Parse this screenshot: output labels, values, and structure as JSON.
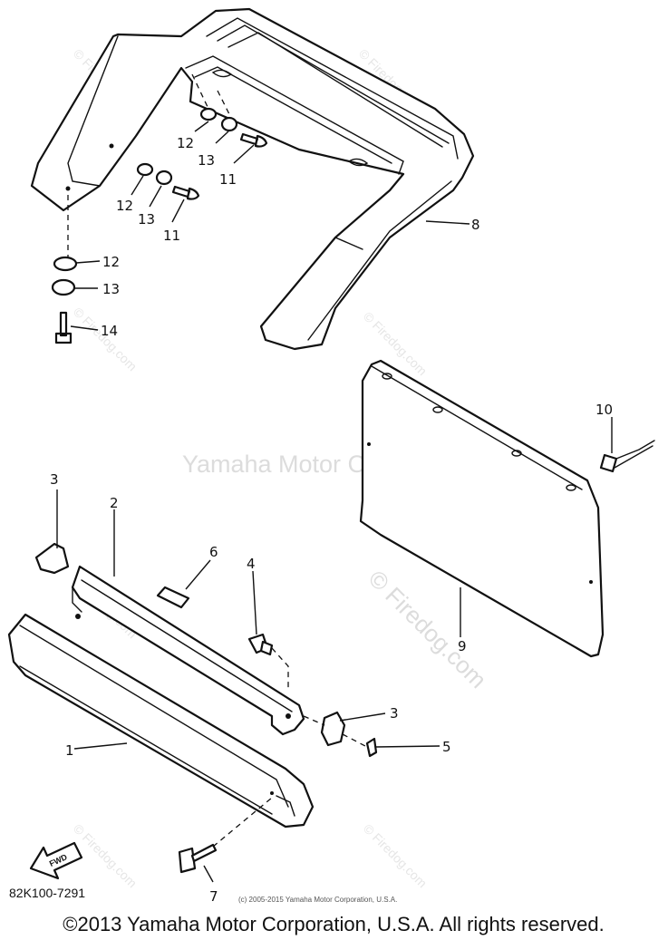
{
  "callouts": {
    "c1": "1",
    "c2": "2",
    "c3a": "3",
    "c3b": "3",
    "c4": "4",
    "c5": "5",
    "c6": "6",
    "c7": "7",
    "c8": "8",
    "c9": "9",
    "c10": "10",
    "c11a": "11",
    "c11b": "11",
    "c12a": "12",
    "c12b": "12",
    "c12c": "12",
    "c13a": "13",
    "c13b": "13",
    "c13c": "13",
    "c14": "14"
  },
  "watermark": {
    "center": "Yamaha Motor Corp, U.S.A.",
    "diagonal": "© Firedog.com"
  },
  "fwd_label": "FWD",
  "diagram_code": "82K100-7291",
  "small_copyright": "(c) 2005-2015 Yamaha Motor Corporation, U.S.A.",
  "footer_copyright": "©2013 Yamaha Motor Corporation, U.S.A. All rights reserved."
}
